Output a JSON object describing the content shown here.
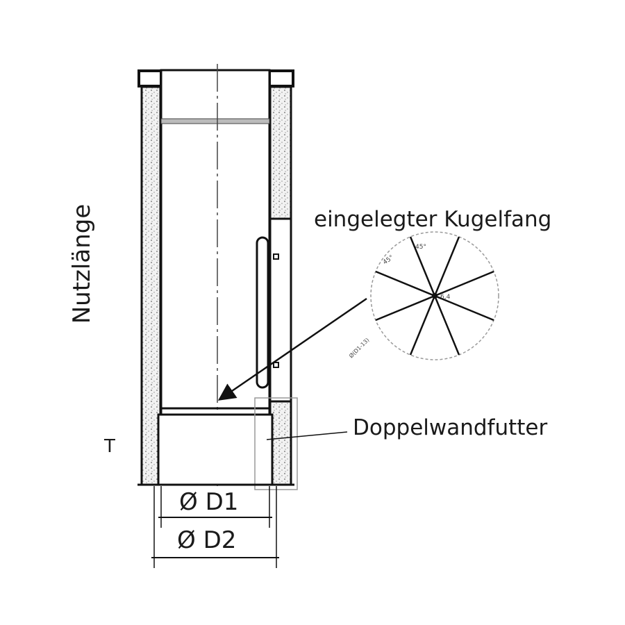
{
  "labels": {
    "useful_length": "Nutzlänge",
    "ball_catcher": "eingelegter Kugelfang",
    "double_wall_lining": "Doppelwandfutter",
    "t": "T",
    "d1": "Ø D1",
    "d2": "Ø D2"
  },
  "detail": {
    "angle_1": "45°",
    "angle_2": "45°",
    "center_note": "6,4",
    "diameter_note": "Ø(D1-13)"
  }
}
